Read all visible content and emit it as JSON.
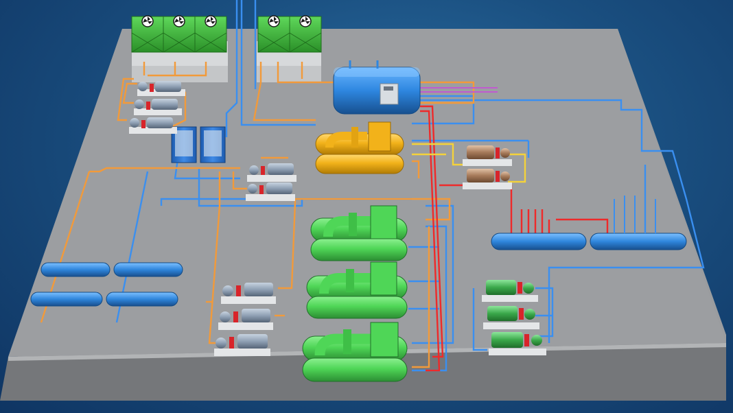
{
  "scene": {
    "description_visible_text": "",
    "colors": {
      "background_top": "#2c6fa3",
      "background_bottom": "#0f3563",
      "platform_top": "#9b9d9f",
      "platform_front": "#6a6c6e",
      "tower_green": "#3fbf3a",
      "tower_green_dark": "#2a8f28",
      "fan_white": "#ffffff",
      "chiller_green": "#52d85a",
      "chiller_green_dark": "#2f9d35",
      "chiller_yellow": "#f2b21a",
      "chiller_yellow_dark": "#c48a08",
      "boiler_blue": "#2e87e0",
      "boiler_blue_dark": "#1a5aa6",
      "exchanger_blue": "#2b6fc6",
      "header_blue": "#2f86dc",
      "pump_steel": "#8fa0b4",
      "pump_green": "#3aa84a",
      "pump_brown": "#a67a5a",
      "coupling_red": "#d8242a",
      "pipe_orange": "#f29a3a",
      "pipe_blue": "#3a8ff0",
      "pipe_red": "#ee2a2a",
      "pipe_yellow": "#f4d23a",
      "pipe_purple": "#c05ad0"
    },
    "components": [
      {
        "type": "cooling-tower-group",
        "cells": 3
      },
      {
        "type": "cooling-tower-group",
        "cells": 2
      },
      {
        "type": "boiler",
        "color": "blue"
      },
      {
        "type": "chiller",
        "color": "yellow"
      },
      {
        "type": "chiller",
        "color": "green"
      },
      {
        "type": "chiller",
        "color": "green"
      },
      {
        "type": "chiller",
        "color": "green"
      },
      {
        "type": "plate-heat-exchanger",
        "count": 2
      },
      {
        "type": "pump-group",
        "color": "steel",
        "count": 3
      },
      {
        "type": "pump-group",
        "color": "steel",
        "count": 2
      },
      {
        "type": "pump-group",
        "color": "steel",
        "count": 3
      },
      {
        "type": "pump-group",
        "color": "brown",
        "count": 2
      },
      {
        "type": "pump-group",
        "color": "green",
        "count": 3
      },
      {
        "type": "water-header",
        "count": 6
      }
    ]
  }
}
